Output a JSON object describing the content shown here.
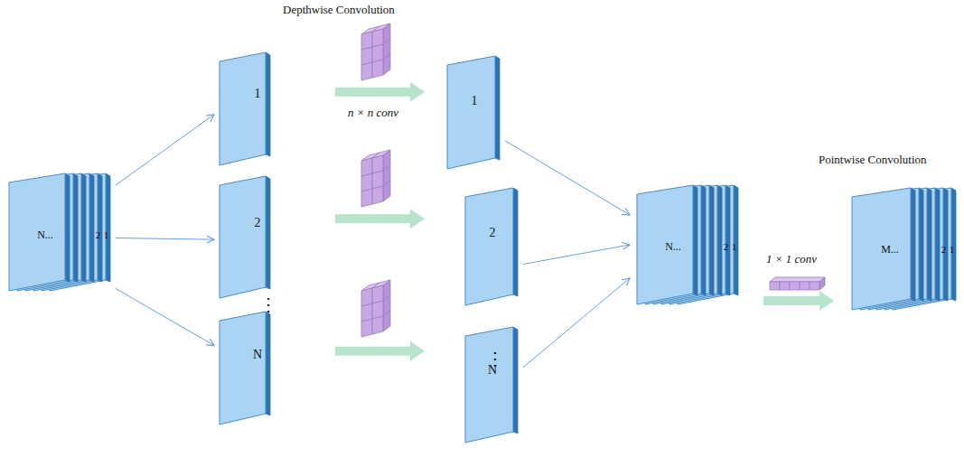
{
  "diagram": {
    "nodes": [
      {
        "text": [
          "N...",
          "2",
          "1"
        ]
      },
      {
        "text": [
          "1"
        ]
      },
      {
        "text": [
          "2"
        ]
      },
      {
        "text": [
          "N"
        ]
      },
      {
        "text": [
          "1"
        ]
      },
      {
        "text": [
          "2"
        ]
      },
      {
        "text": [
          "N"
        ]
      },
      {
        "text": [
          "N...",
          "2",
          "1"
        ]
      },
      {
        "text": [
          "M...",
          "2",
          "1"
        ]
      }
    ],
    "edges": [
      {
        "from": 0,
        "to": 1,
        "arrow": "to"
      },
      {
        "from": 0,
        "to": 2,
        "arrow": "to"
      },
      {
        "from": 0,
        "to": 3,
        "arrow": "to"
      },
      {
        "from": 1,
        "to": 4,
        "label": "n × n conv",
        "arrow": "to"
      },
      {
        "from": 2,
        "to": 5,
        "arrow": "to"
      },
      {
        "from": 3,
        "to": 6,
        "arrow": "to"
      },
      {
        "from": 4,
        "to": 7,
        "arrow": "to"
      },
      {
        "from": 5,
        "to": 7,
        "arrow": "to"
      },
      {
        "from": 6,
        "to": 7,
        "arrow": "to"
      },
      {
        "from": 7,
        "to": 8,
        "label": "1 × 1 conv",
        "arrow": "to"
      }
    ],
    "labels": [
      "Depthwise Convolution",
      "Pointwise Convolution",
      "⋮",
      "⋮"
    ]
  }
}
